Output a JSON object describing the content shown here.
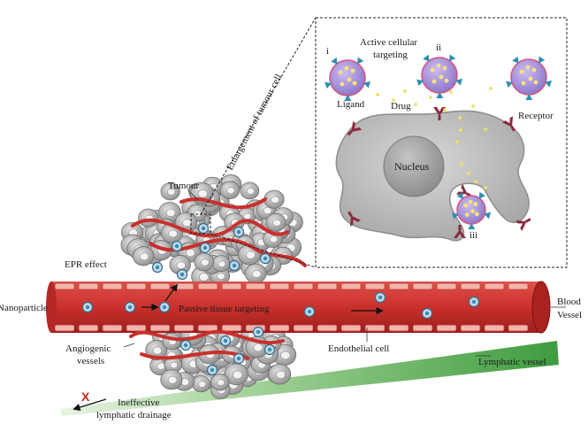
{
  "labels": {
    "tumour": "Tumour",
    "enlargement": "Enlargement of tumour cell",
    "epr_effect": "EPR effect",
    "nanoparticle": "Nanoparticle",
    "passive_targeting": "Passive tissue targeting",
    "blood_vessel_1": "Blood",
    "blood_vessel_2": "Vessel",
    "angiogenic_1": "Angiogenic",
    "angiogenic_2": "vessels",
    "endothelial_cell": "Endothelial cell",
    "lymphatic_vessel": "Lymphatic vessel",
    "ineffective_1": "Ineffective",
    "ineffective_2": "lymphatic drainage",
    "x_mark": "X",
    "active_targeting_1": "Active cellular",
    "active_targeting_2": "targeting",
    "numeral_i": "i",
    "numeral_ii": "ii",
    "numeral_iii": "iii",
    "ligand": "Ligand",
    "drug": "Drug",
    "receptor": "Receptor",
    "nucleus": "Nucleus"
  },
  "colors": {
    "vessel_red": "#c9302c",
    "vessel_dark": "#8f1d1b",
    "endothelial_pink": "#f4b3ab",
    "lymphatic_green": "#5aaa55",
    "tumour_cell_gray": "#a9a9a9",
    "nanoparticle_purple": "#a58fd6",
    "ligand_teal": "#2d8fb5",
    "drug_yellow": "#f2e069",
    "receptor_maroon": "#8b2a3d",
    "cell_gray": "#b9b9b9",
    "nucleus_gray": "#9a9a9a",
    "x_red": "#d3241c"
  }
}
